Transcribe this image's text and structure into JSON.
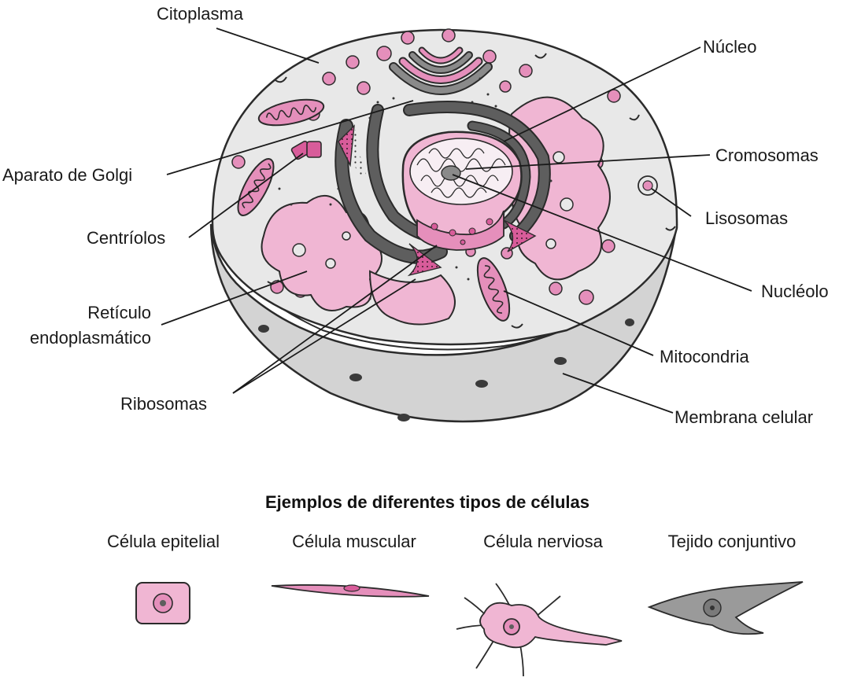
{
  "diagram": {
    "colors": {
      "membrane_light": "#efefef",
      "membrane_side": "#d3d3d3",
      "cytoplasm": "#e6e6e6",
      "pink_light": "#f0b6d3",
      "pink": "#e58fbb",
      "pink_dark": "#d85c9a",
      "er_dark": "#5e5e5e",
      "outline": "#2b2b2b"
    },
    "labels": {
      "citoplasma": "Citoplasma",
      "nucleo": "Núcleo",
      "aparato_golgi": "Aparato de Golgi",
      "cromosomas": "Cromosomas",
      "lisosomas": "Lisosomas",
      "centriolos": "Centríolos",
      "reticulo_line1": "Retículo",
      "reticulo_line2": "endoplasmático",
      "nucleolo": "Nucléolo",
      "mitocondria": "Mitocondria",
      "ribosomas": "Ribosomas",
      "membrana": "Membrana celular"
    },
    "examples": {
      "title": "Ejemplos de diferentes tipos de células",
      "epitelial": "Célula epitelial",
      "muscular": "Célula muscular",
      "nerviosa": "Célula nerviosa",
      "conjuntivo": "Tejido conjuntivo"
    }
  }
}
